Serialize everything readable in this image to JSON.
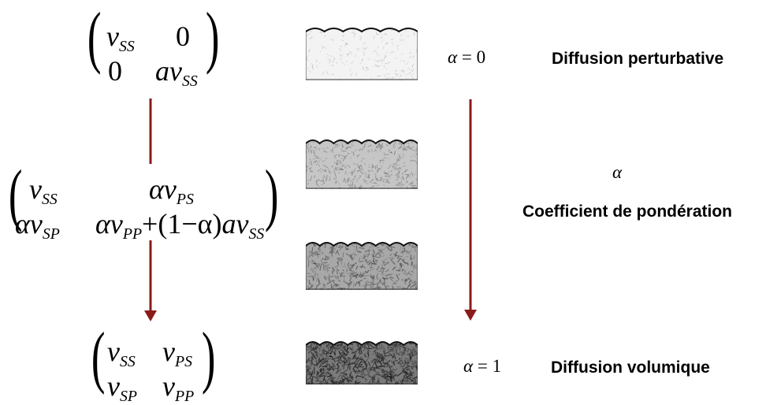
{
  "matrices": {
    "m0": {
      "r1c1": "ν",
      "r1c1_sub": "SS",
      "r1c2": "0",
      "r2c1": "0",
      "r2c2_pre": "a",
      "r2c2": "ν",
      "r2c2_sub": "SS"
    },
    "m_mid": {
      "r1c1": "ν",
      "r1c1_sub": "SS",
      "r1c2_pre": "α",
      "r1c2": "ν",
      "r1c2_sub": "PS",
      "r2c1_pre": "α",
      "r2c1": "ν",
      "r2c1_sub": "SP",
      "r2c2_a": "αν",
      "r2c2_a_sub": "PP",
      "r2c2_b": "+(1−α)",
      "r2c2_c": "aν",
      "r2c2_c_sub": "SS"
    },
    "m1": {
      "r1c1": "ν",
      "r1c1_sub": "SS",
      "r1c2": "ν",
      "r1c2_sub": "PS",
      "r2c1": "ν",
      "r2c1_sub": "SP",
      "r2c2": "ν",
      "r2c2_sub": "PP"
    }
  },
  "alpha_top": {
    "sym": "α",
    "eq": "=",
    "val": "0"
  },
  "alpha_bottom": {
    "sym": "α",
    "eq": "=",
    "val": "1"
  },
  "alpha_mid": "α",
  "labels": {
    "top": "Diffusion perturbative",
    "middle": "Coefficient de pondération",
    "bottom": "Diffusion volumique"
  },
  "colors": {
    "arrow": "#8b1a1a",
    "texture_light": "#f4f4f4",
    "texture_dark": "#555555"
  },
  "samples": [
    {
      "density": 0.05
    },
    {
      "density": 0.35
    },
    {
      "density": 0.55
    },
    {
      "density": 0.85
    }
  ]
}
